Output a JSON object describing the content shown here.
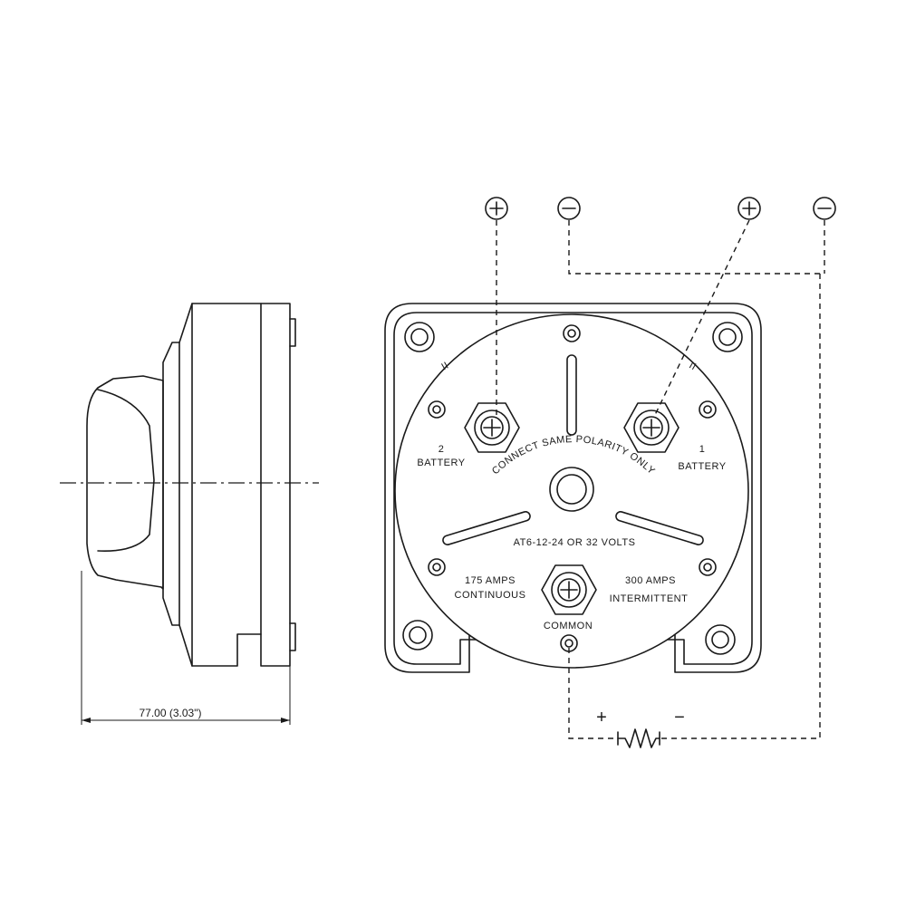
{
  "dimension": {
    "label": "77.00 (3.03\")"
  },
  "face": {
    "battery2_number": "2",
    "battery2_label": "BATTERY",
    "battery1_number": "1",
    "battery1_label": "BATTERY",
    "polarity_note": "CONNECT SAME POLARITY ONLY",
    "voltage_note": "AT6-12-24 OR 32 VOLTS",
    "continuous_amps": "175 AMPS",
    "continuous_label": "CONTINUOUS",
    "intermittent_amps": "300 AMPS",
    "intermittent_label": "INTERMITTENT",
    "common_label": "COMMON",
    "small_mark_left": "II",
    "small_mark_right": "II"
  },
  "wiring": {
    "terminal_symbols": [
      "⊕",
      "⊖",
      "⊕",
      "⊖"
    ],
    "load_plus": "+",
    "load_minus": "−"
  }
}
